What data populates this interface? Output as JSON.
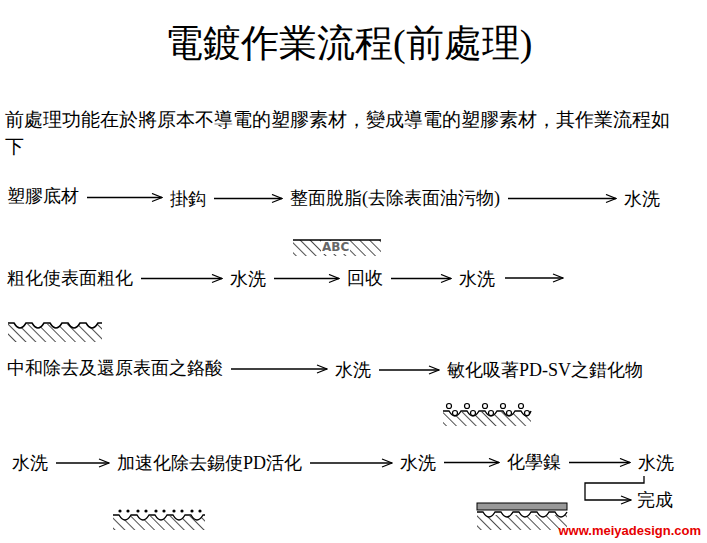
{
  "diagram": {
    "title": "電鍍作業流程(前處理)",
    "nodes": [
      {
        "text": [
          "塑膠底材"
        ]
      },
      {
        "text": [
          "掛鈎"
        ]
      },
      {
        "text": [
          "整面脫脂(去除表面油污物)"
        ]
      },
      {
        "text": [
          "水洗"
        ]
      },
      {
        "text": [
          "粗化使表面粗化"
        ]
      },
      {
        "text": [
          "水洗"
        ]
      },
      {
        "text": [
          "回收"
        ]
      },
      {
        "text": [
          "水洗"
        ]
      },
      {
        "text": [
          "中和除去及還原表面之鉻酸"
        ]
      },
      {
        "text": [
          "水洗"
        ]
      },
      {
        "text": [
          "敏化吸著PD-SV之錯化物"
        ]
      },
      {
        "text": [
          "水洗"
        ]
      },
      {
        "text": [
          "加速化除去錫使PD活化"
        ]
      },
      {
        "text": [
          "水洗"
        ]
      },
      {
        "text": [
          "化學鎳"
        ]
      },
      {
        "text": [
          "水洗"
        ]
      },
      {
        "text": [
          "完成"
        ]
      }
    ],
    "edges": [
      {
        "from": 0,
        "to": 1,
        "arrow": "to"
      },
      {
        "from": 1,
        "to": 2,
        "arrow": "to"
      },
      {
        "from": 2,
        "to": 3,
        "arrow": "to"
      },
      {
        "from": 4,
        "to": 5,
        "arrow": "to"
      },
      {
        "from": 5,
        "to": 6,
        "arrow": "to"
      },
      {
        "from": 6,
        "to": 7,
        "arrow": "to"
      },
      {
        "from": 8,
        "to": 9,
        "arrow": "to"
      },
      {
        "from": 9,
        "to": 10,
        "arrow": "to"
      },
      {
        "from": 11,
        "to": 12,
        "arrow": "to"
      },
      {
        "from": 12,
        "to": 13,
        "arrow": "to"
      },
      {
        "from": 13,
        "to": 14,
        "arrow": "to"
      },
      {
        "from": 14,
        "to": 15,
        "arrow": "to"
      },
      {
        "from": 15,
        "to": 16,
        "arrow": "to"
      }
    ],
    "labels": [
      "前處理功能在於將原本不導電的塑膠素材，變成導電的塑膠素材，其作業流程如下",
      "ABC",
      "www.meiyadesign.com"
    ]
  }
}
